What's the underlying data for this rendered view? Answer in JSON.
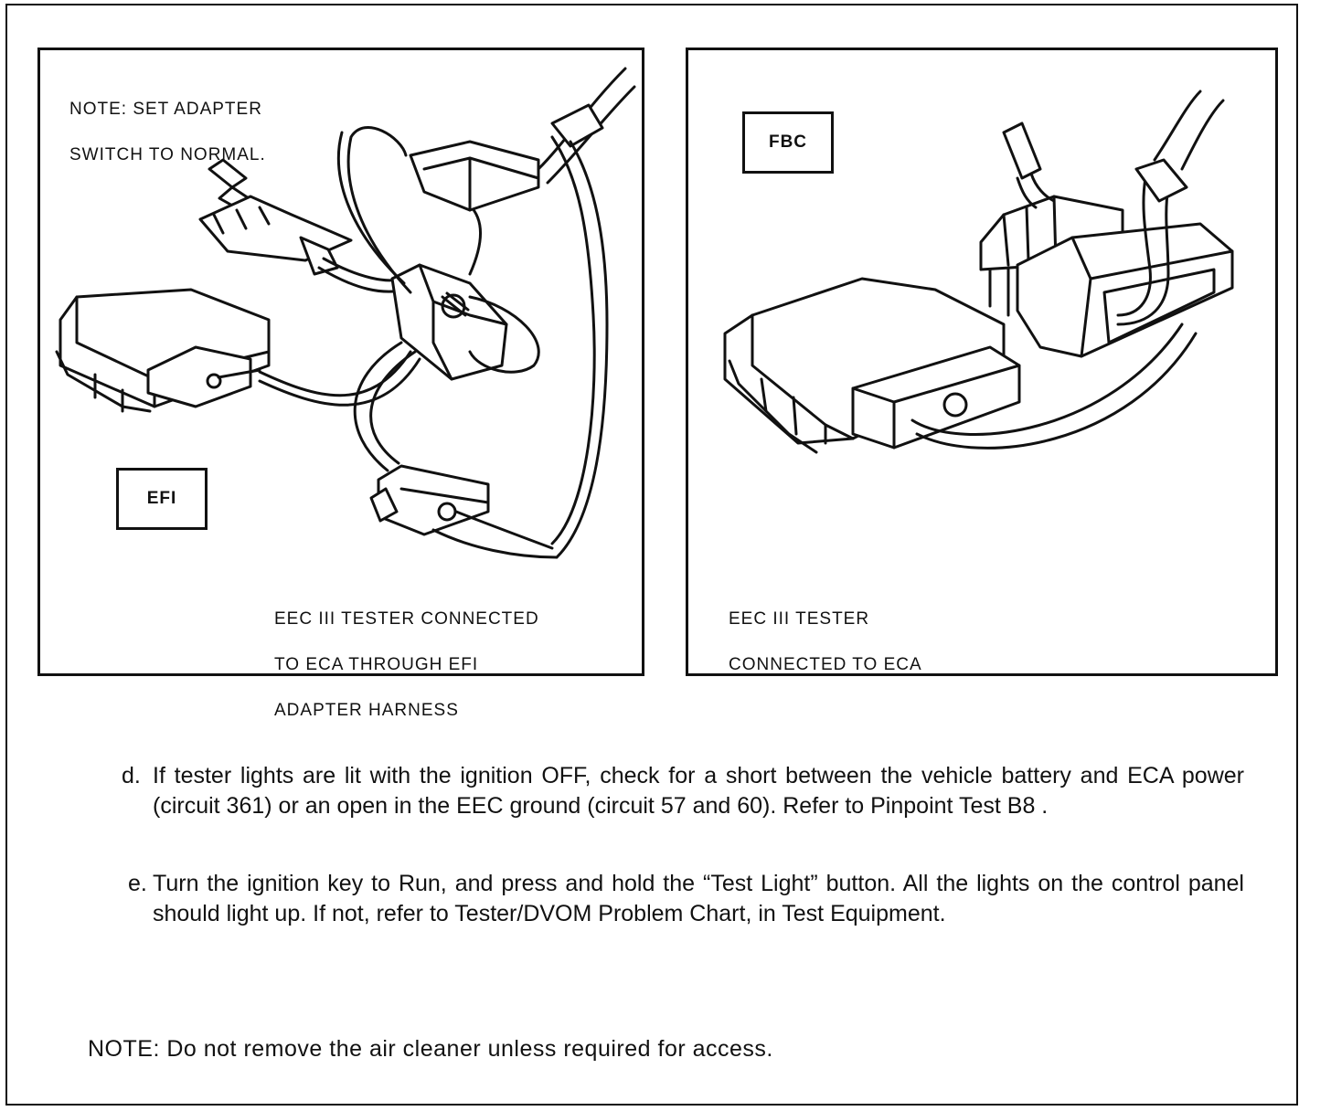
{
  "figure_left": {
    "note_line1": "NOTE:  SET ADAPTER",
    "note_line2": "SWITCH TO NORMAL.",
    "label": "EFI",
    "caption_line1": "EEC III TESTER CONNECTED",
    "caption_line2": "TO ECA THROUGH EFI",
    "caption_line3": "ADAPTER HARNESS"
  },
  "figure_right": {
    "label": "FBC",
    "caption_line1": "EEC III TESTER",
    "caption_line2": "CONNECTED TO ECA"
  },
  "steps": [
    {
      "marker": "d.",
      "text": "If tester lights are lit with the ignition OFF, check for a short between the vehicle battery and ECA power (circuit 361) or an open in the EEC ground (circuit 57 and 60). Refer to Pinpoint Test   B8  ."
    },
    {
      "marker": "e.",
      "text": "Turn the ignition key to Run, and press and hold the “Test Light” button. All the lights on the control panel should light up. If not, refer to Tester/DVOM Problem Chart, in Test Equipment."
    }
  ],
  "note": "NOTE: Do not remove the air cleaner unless required for access."
}
